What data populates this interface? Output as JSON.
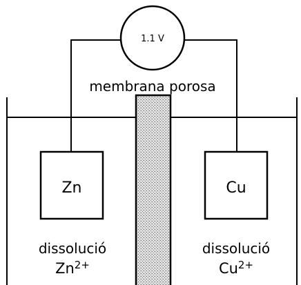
{
  "diagram": {
    "title": "",
    "voltmeter": {
      "reading": "1.1 V"
    },
    "membrane": {
      "label": "membrana porosa"
    },
    "anode": {
      "electrode_label": "Zn",
      "solution_word": "dissolució",
      "ion_base": "Zn",
      "ion_charge": "2+"
    },
    "cathode": {
      "electrode_label": "Cu",
      "solution_word": "dissolució",
      "ion_base": "Cu",
      "ion_charge": "2+"
    },
    "colors": {
      "ink": "#000000",
      "membrane_fill": "#d4d4d4",
      "background": "#ffffff"
    }
  }
}
